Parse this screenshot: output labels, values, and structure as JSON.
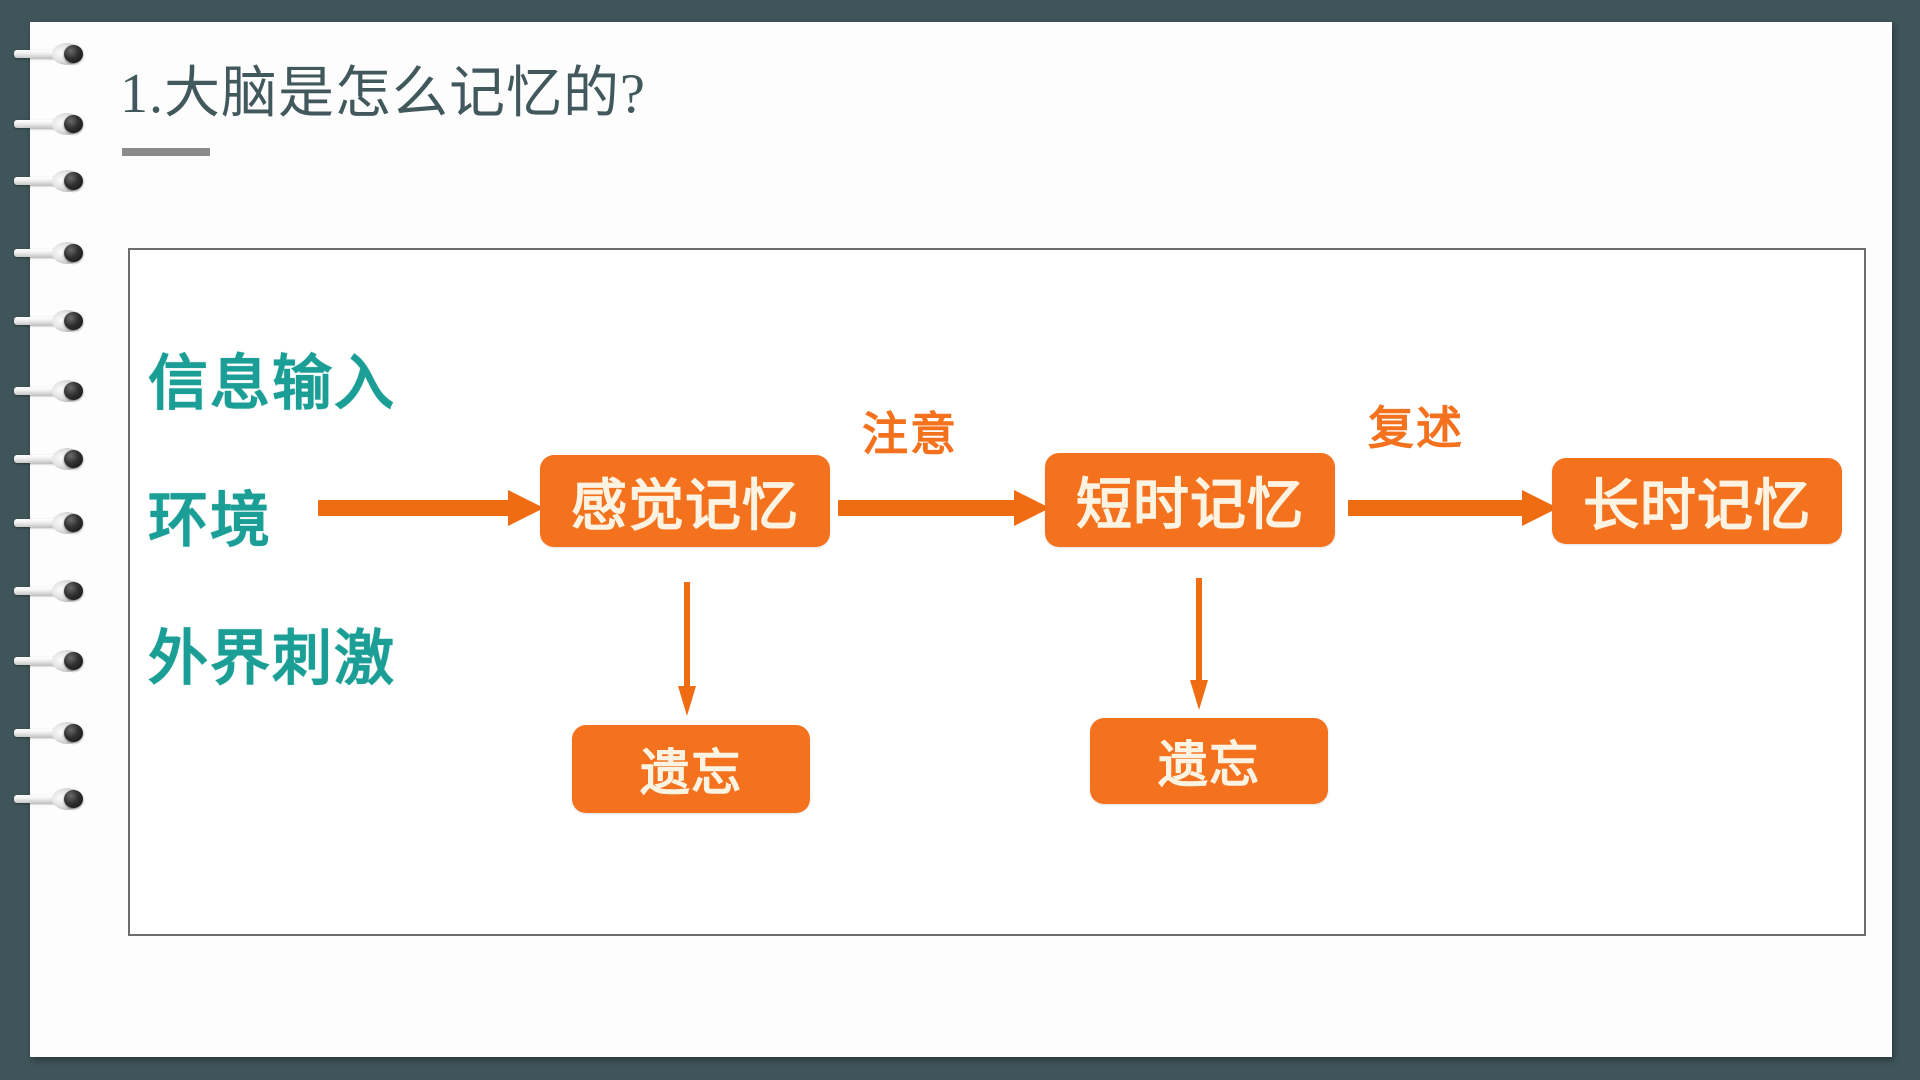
{
  "slide": {
    "title": "1.大脑是怎么记忆的?",
    "background_color": "#3f5559",
    "sheet_color": "#fdfdfd",
    "title_color": "#41585c",
    "binder_ring_count": 12
  },
  "diagram": {
    "accent_orange": "#f4721e",
    "accent_teal": "#1b9e96",
    "inputs": [
      {
        "label": "信息输入"
      },
      {
        "label": "环境"
      },
      {
        "label": "外界刺激"
      }
    ],
    "stages": [
      {
        "label": "感觉记忆"
      },
      {
        "label": "短时记忆"
      },
      {
        "label": "长时记忆"
      }
    ],
    "transitions": [
      {
        "label": "注意"
      },
      {
        "label": "复述"
      }
    ],
    "forget": [
      {
        "label": "遗忘"
      },
      {
        "label": "遗忘"
      }
    ]
  }
}
